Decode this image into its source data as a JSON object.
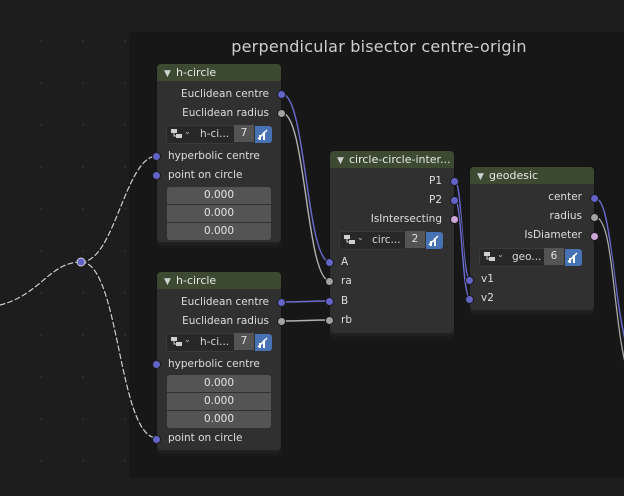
{
  "frame": {
    "title": "perpendicular bisector centre-origin"
  },
  "nodes": {
    "hcircle1": {
      "title": "h-circle",
      "outputs": [
        "Euclidean centre",
        "Euclidean radius"
      ],
      "selector": {
        "name": "h-ci...",
        "count": "7"
      },
      "inputs": [
        "hyperbolic centre",
        "point on circle"
      ],
      "values": [
        "0.000",
        "0.000",
        "0.000"
      ]
    },
    "hcircle2": {
      "title": "h-circle",
      "outputs": [
        "Euclidean centre",
        "Euclidean radius"
      ],
      "selector": {
        "name": "h-ci...",
        "count": "7"
      },
      "inputs": [
        "hyperbolic centre",
        "point on circle"
      ],
      "values": [
        "0.000",
        "0.000",
        "0.000"
      ]
    },
    "cci": {
      "title": "circle-circle-inter...",
      "outputs": [
        "P1",
        "P2",
        "IsIntersecting"
      ],
      "selector": {
        "name": "circ...",
        "count": "2"
      },
      "inputs": [
        "A",
        "ra",
        "B",
        "rb"
      ]
    },
    "geodesic": {
      "title": "geodesic",
      "outputs": [
        "center",
        "radius",
        "IsDiameter"
      ],
      "selector": {
        "name": "geo...",
        "count": "6"
      },
      "inputs": [
        "v1",
        "v2"
      ]
    }
  },
  "colors": {
    "vector_socket": "#6363c7",
    "value_socket": "#a1a1a1",
    "bool_socket": "#cca6d6",
    "header": "#3d4a32"
  }
}
